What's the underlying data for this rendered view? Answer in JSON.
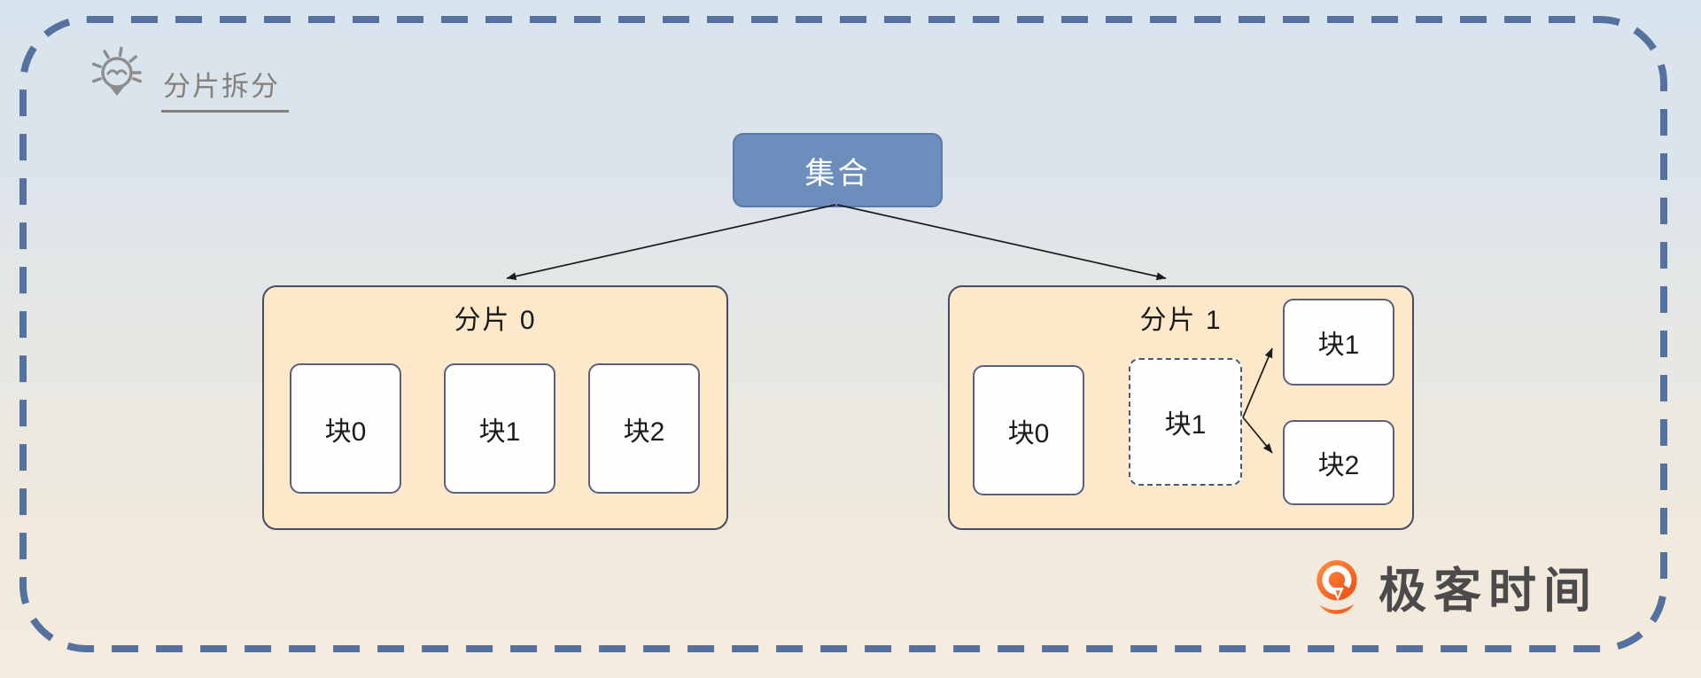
{
  "header": {
    "title": "分片拆分",
    "icon": "lightbulb-icon"
  },
  "collection": {
    "label": "集合"
  },
  "shard0": {
    "title": "分片 0",
    "chunks": [
      "块0",
      "块1",
      "块2"
    ]
  },
  "shard1": {
    "title": "分片 1",
    "chunk0": "块0",
    "splitting_chunk": "块1",
    "split_results": [
      "块1",
      "块2"
    ]
  },
  "branding": {
    "name": "极客时间",
    "icon": "geektime-logo-icon"
  },
  "colors": {
    "collection_fill": "#6d8ebc",
    "shard_fill": "#fde8ca",
    "outer_dashed_border": "#54719f",
    "chunk_border": "#59607c",
    "logo_orange": "#f5531d",
    "title_gray": "#85807a",
    "arrow": "#1b1b1b"
  }
}
